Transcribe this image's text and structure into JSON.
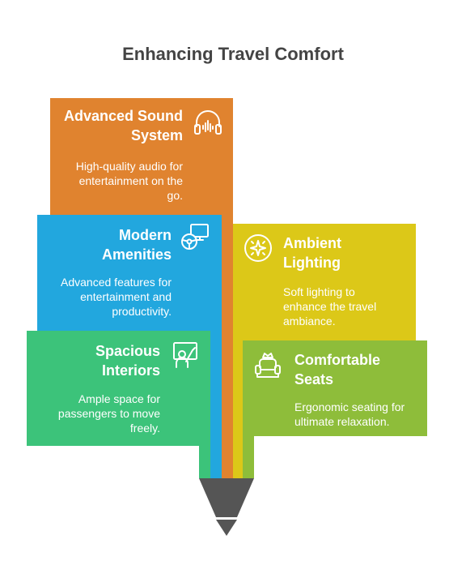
{
  "title": "Enhancing Travel Comfort",
  "colors": {
    "orange": "#E0832F",
    "blue": "#22A7DE",
    "green": "#3CC37A",
    "yellow": "#DCC818",
    "lime": "#8EBD3A",
    "tip": "#555555"
  },
  "cards": {
    "sound": {
      "title_1": "Advanced Sound",
      "title_2": "System",
      "desc_1": "High-quality audio for",
      "desc_2": "entertainment on the",
      "desc_3": "go.",
      "icon": "headphones-icon"
    },
    "amenities": {
      "title_1": "Modern",
      "title_2": "Amenities",
      "desc_1": "Advanced features for",
      "desc_2": "entertainment and",
      "desc_3": "productivity.",
      "icon": "steering-monitor-icon"
    },
    "interiors": {
      "title_1": "Spacious",
      "title_2": "Interiors",
      "desc_1": "Ample space for",
      "desc_2": "passengers to move",
      "desc_3": "freely.",
      "icon": "presenter-icon"
    },
    "lighting": {
      "title_1": "Ambient",
      "title_2": "Lighting",
      "desc_1": "Soft lighting to",
      "desc_2": "enhance the travel",
      "desc_3": "ambiance.",
      "icon": "sparkle-icon"
    },
    "seats": {
      "title_1": "Comfortable",
      "title_2": "Seats",
      "desc_1": "Ergonomic seating for",
      "desc_2": "ultimate relaxation.",
      "icon": "armchair-icon"
    }
  }
}
